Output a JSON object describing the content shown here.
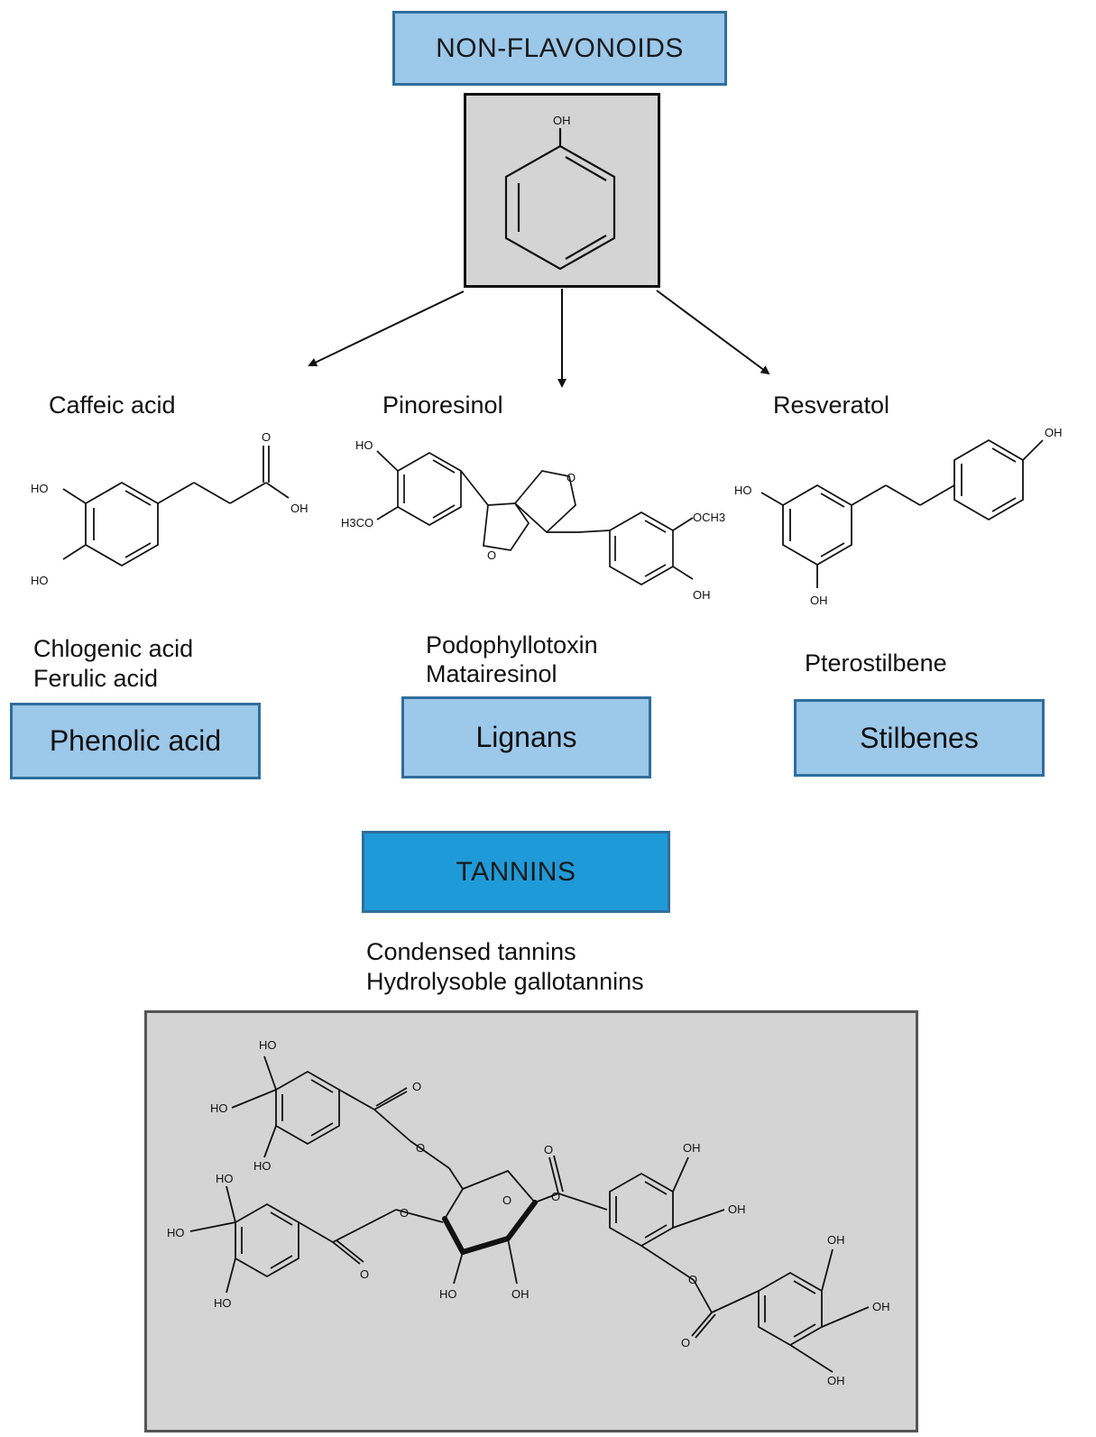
{
  "header": {
    "title": "NON-FLAVONOIDS"
  },
  "core_structure": {
    "oh_label": "OH"
  },
  "columns": [
    {
      "key": "phenolic",
      "compound_name": "Caffeic acid",
      "examples": [
        "Chlogenic acid",
        "Ferulic acid"
      ],
      "class_label": "Phenolic acid",
      "atom_labels": [
        "HO",
        "HO",
        "O",
        "OH"
      ]
    },
    {
      "key": "lignans",
      "compound_name": "Pinoresinol",
      "examples": [
        "Podophyllotoxin",
        "Matairesinol"
      ],
      "class_label": "Lignans",
      "atom_labels": [
        "HO",
        "H3CO",
        "O",
        "O",
        "OCH3",
        "OH"
      ]
    },
    {
      "key": "stilbenes",
      "compound_name": "Resveratol",
      "examples": [
        "Pterostilbene"
      ],
      "class_label": "Stilbenes",
      "atom_labels": [
        "OH",
        "HO",
        "OH"
      ]
    }
  ],
  "tannins": {
    "title": "TANNINS",
    "examples": [
      "Condensed tannins",
      "Hydrolysoble gallotannins"
    ],
    "atom_labels": [
      "HO",
      "HO",
      "HO",
      "O",
      "O",
      "HO",
      "HO",
      "HO",
      "O",
      "O",
      "O",
      "HO",
      "OH",
      "O",
      "O",
      "OH",
      "OH",
      "O",
      "OH",
      "OH",
      "O",
      "OH"
    ]
  },
  "colors": {
    "box_light": "#9cc8ea",
    "box_dark": "#1f9ad8",
    "box_border": "#2f6e9c",
    "structure_panel": "#d4d4d4"
  }
}
